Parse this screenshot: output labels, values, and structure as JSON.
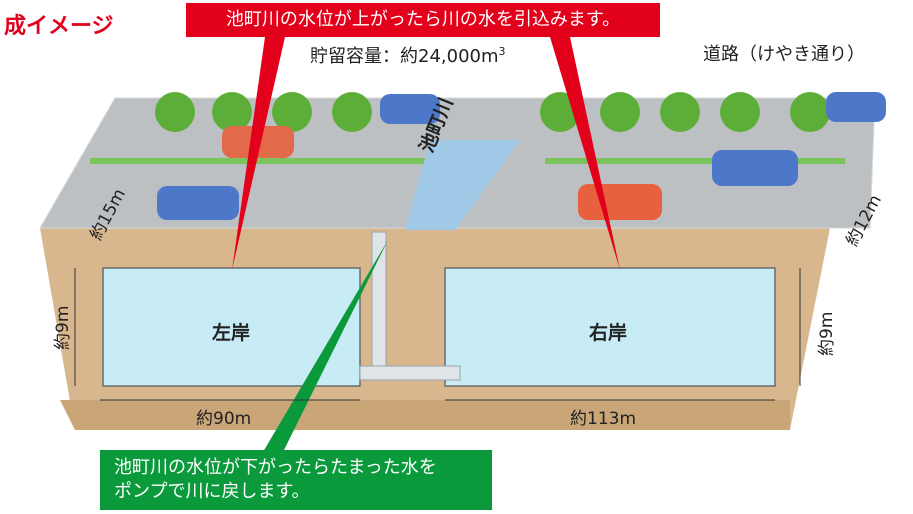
{
  "header": {
    "title": "成イメージ",
    "intake_callout": "池町川の水位が上がったら川の水を引込みます。",
    "storage_label": "貯留容量：約24,000m",
    "storage_unit_sup": "3",
    "road_label": "道路（けやき通り）"
  },
  "diagram": {
    "river_label": "池町川",
    "left_tank": {
      "label": "左岸",
      "length": "約90m",
      "depth": "約9m",
      "width": "約15m"
    },
    "right_tank": {
      "label": "右岸",
      "length": "約113m",
      "depth": "約9m",
      "width": "約12m"
    }
  },
  "footer": {
    "pump_callout_line1": "池町川の水位が下がったらたまった水を",
    "pump_callout_line2": "ポンプで川に戻します。"
  },
  "colors": {
    "accent_red": "#e3001b",
    "accent_green": "#0a9a3c",
    "road": "#b9bcbf",
    "soil": "#d7b48a",
    "water": "#c8ecf6"
  }
}
